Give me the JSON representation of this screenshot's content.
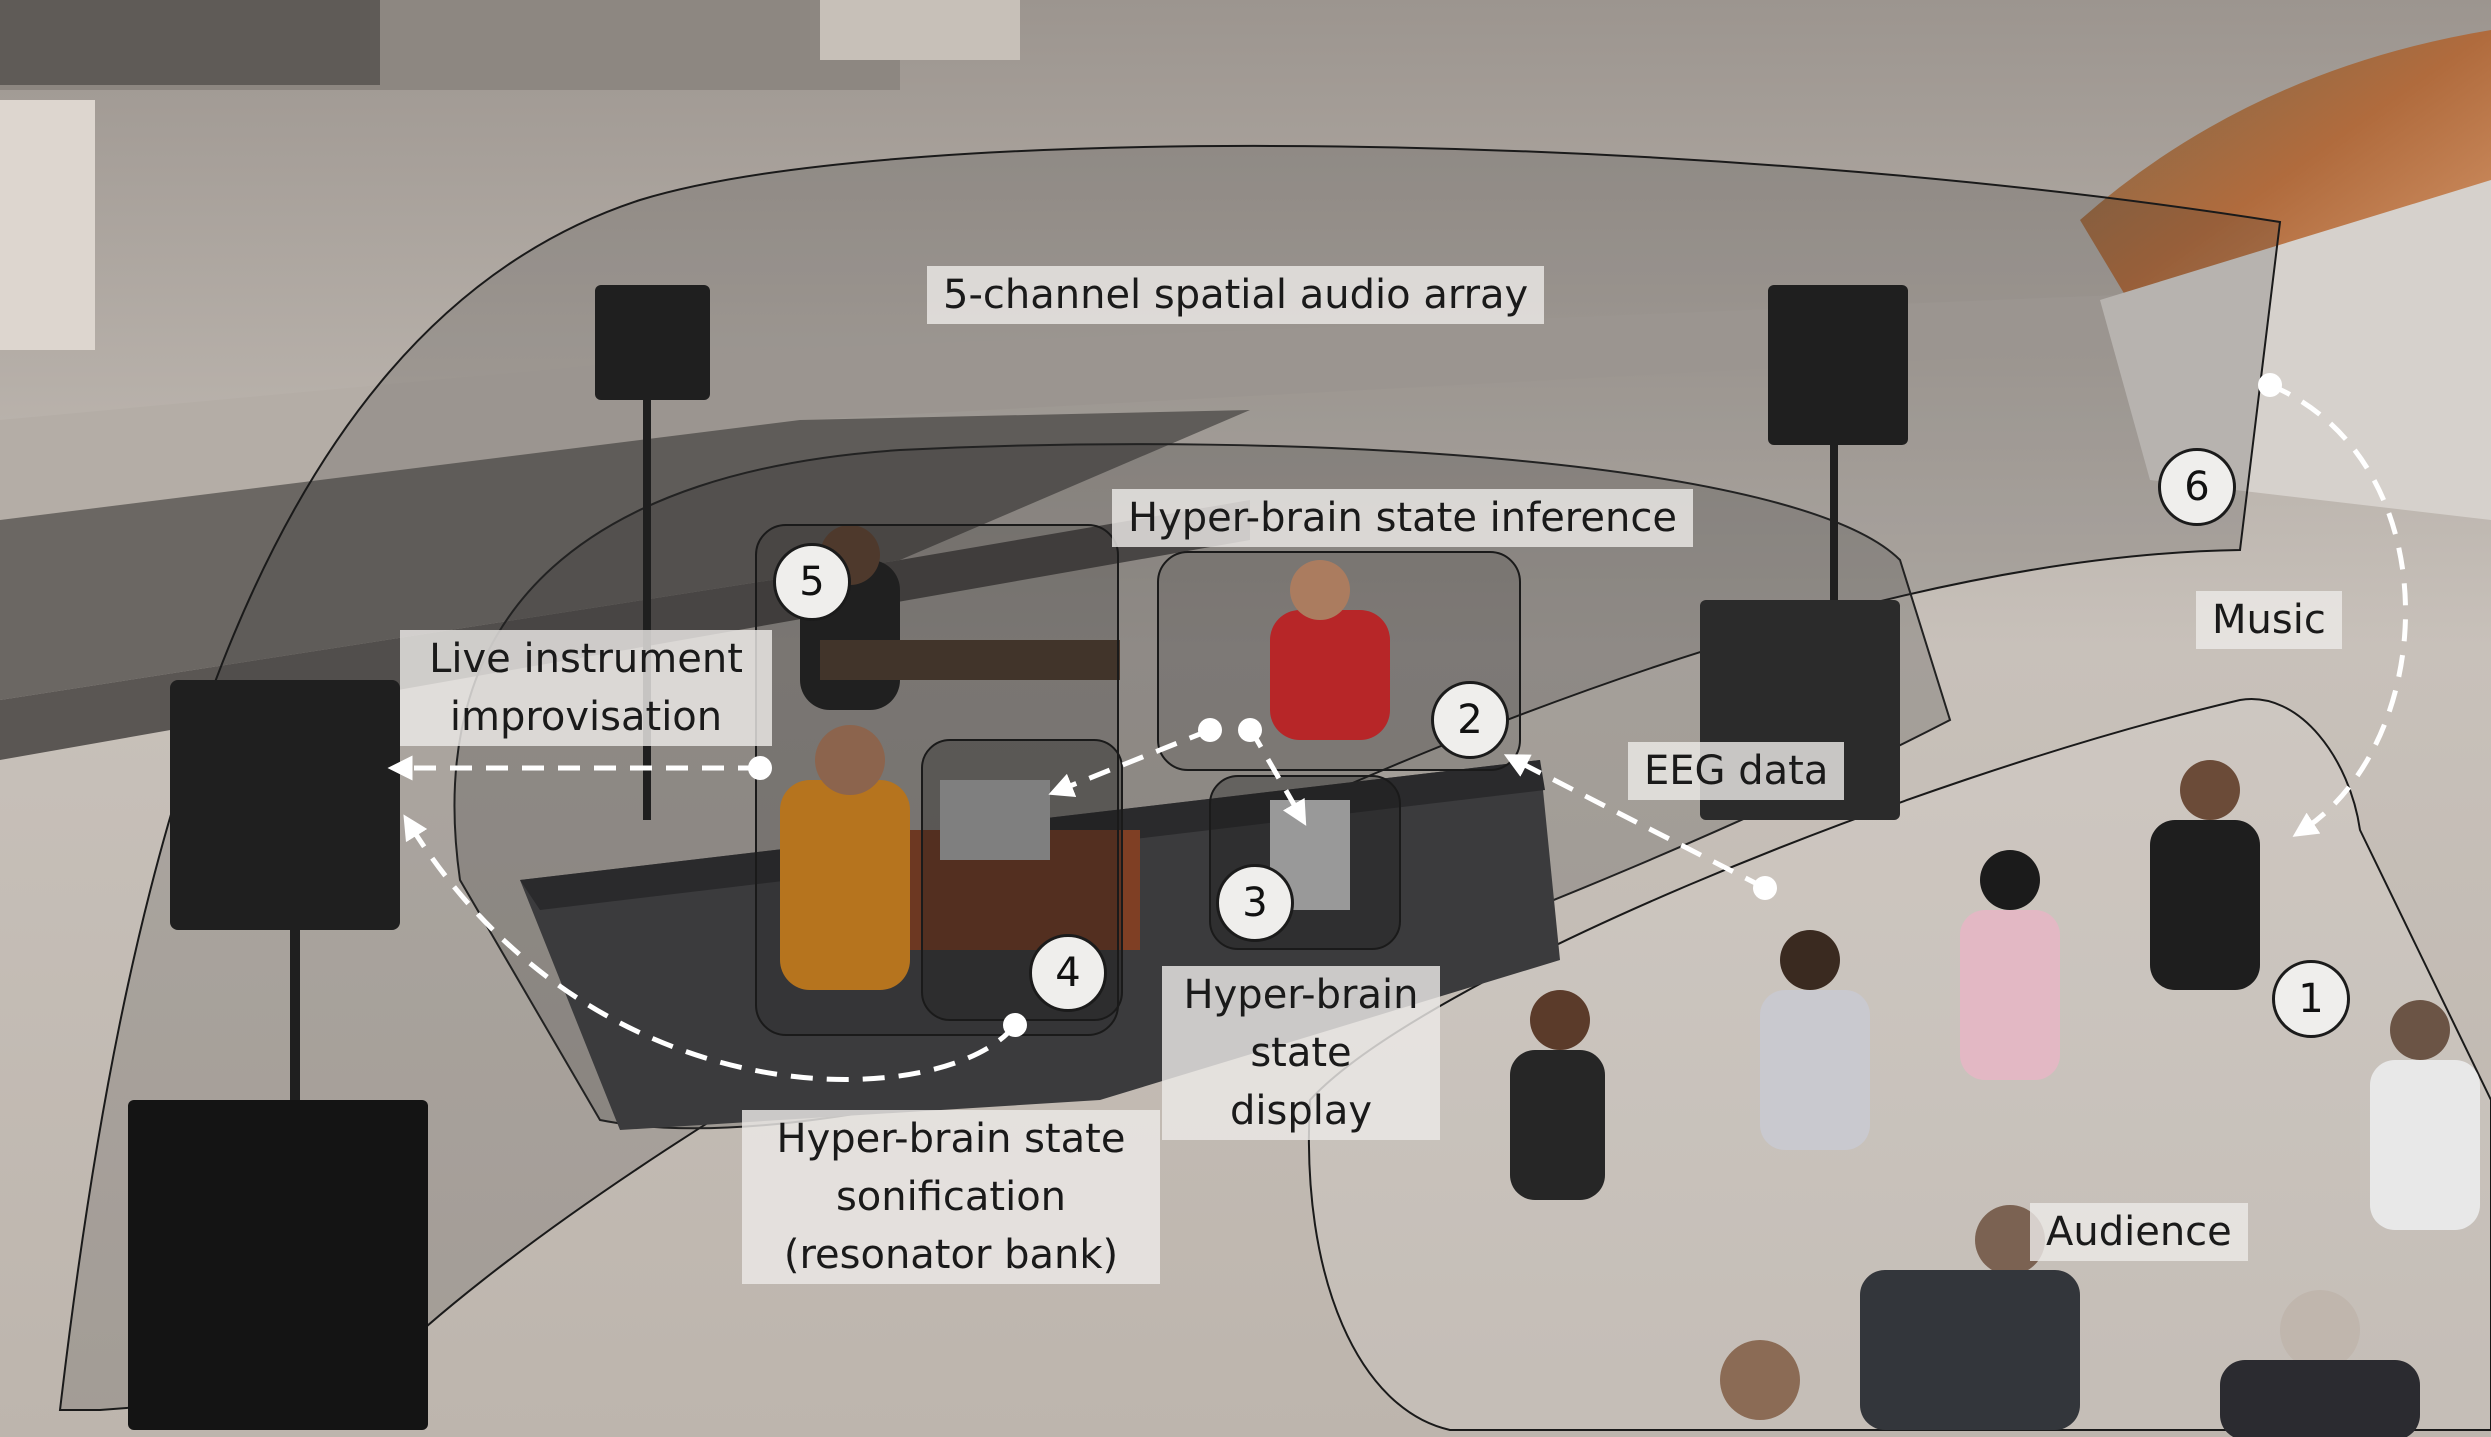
{
  "labels": {
    "spatial_audio": "5-channel spatial audio array",
    "inference": "Hyper-brain state inference",
    "live_improv_line1": "Live instrument",
    "live_improv_line2": "improvisation",
    "music": "Music",
    "eeg": "EEG data",
    "display_line1": "Hyper-brain",
    "display_line2": "state display",
    "sonification_line1": "Hyper-brain state",
    "sonification_line2": "sonification",
    "sonification_line3": "(resonator bank)",
    "audience": "Audience"
  },
  "badges": [
    "1",
    "2",
    "3",
    "4",
    "5",
    "6"
  ],
  "palette": {
    "pavement": "#c9c2bb",
    "wall": "#a9a39d",
    "stage": "#3a3a3c",
    "overlay_dark": "#2a2a2a",
    "label_bg": "#ece9e6",
    "arrow": "#ffffff"
  }
}
